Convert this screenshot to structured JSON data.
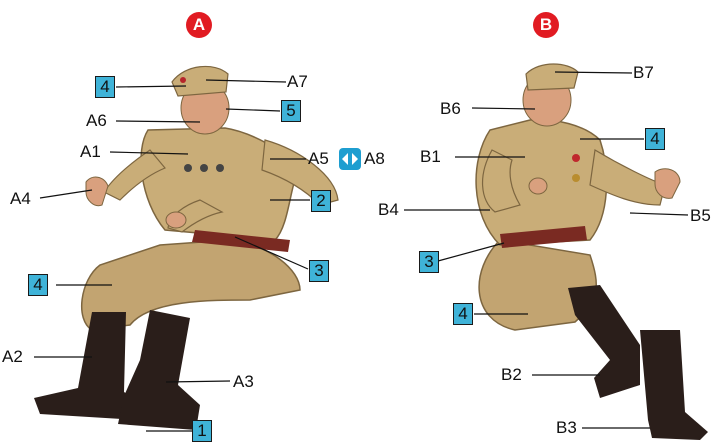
{
  "panels": {
    "a": {
      "badge": "A"
    },
    "b": {
      "badge": "B"
    }
  },
  "labels_a": {
    "a1": "A1",
    "a2": "A2",
    "a3": "A3",
    "a4": "A4",
    "a5": "A5",
    "a6": "A6",
    "a7": "A7",
    "a8": "A8"
  },
  "labels_b": {
    "b1": "B1",
    "b2": "B2",
    "b3": "B3",
    "b4": "B4",
    "b5": "B5",
    "b6": "B6",
    "b7": "B7"
  },
  "boxes_a": {
    "n1": "1",
    "n2": "2",
    "n3": "3",
    "n4_cap": "4",
    "n4_knee": "4",
    "n5": "5"
  },
  "boxes_b": {
    "n3": "3",
    "n4_chest": "4",
    "n4_knee": "4"
  },
  "icons": {
    "swap": "swap-arrows-icon"
  },
  "colors": {
    "badge": "#e11b22",
    "box": "#3fb3d8",
    "uniform": "#c9ad78",
    "belt": "#7a2a22",
    "boot": "#2a1e1a",
    "skin": "#d9a07e"
  }
}
